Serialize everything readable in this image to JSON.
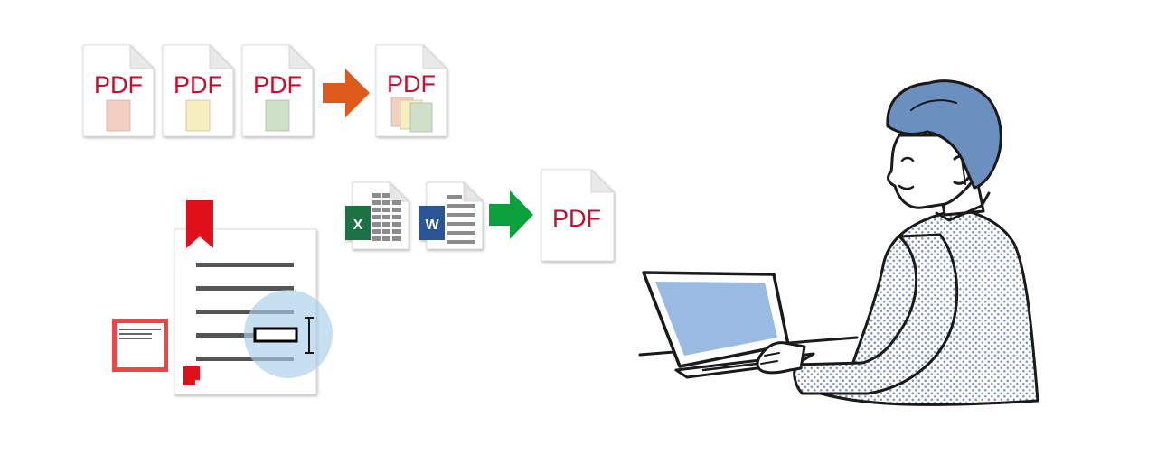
{
  "pdf_labels": {
    "merge_input_1": "PDF",
    "merge_input_2": "PDF",
    "merge_input_3": "PDF",
    "merge_output": "PDF",
    "convert_output": "PDF"
  },
  "office_icons": {
    "excel_letter": "X",
    "word_letter": "W"
  },
  "colors": {
    "pdf_text": "#c8102e",
    "merge_arrow": "#dd5a1a",
    "convert_arrow": "#0aa13c",
    "bookmark": "#e0101b",
    "sticky_note": "#f04545",
    "excel": "#1f7244",
    "word": "#2b5797",
    "hair": "#6b8fbe",
    "screen": "#99bbe2",
    "highlight": "#a8cfe9"
  }
}
